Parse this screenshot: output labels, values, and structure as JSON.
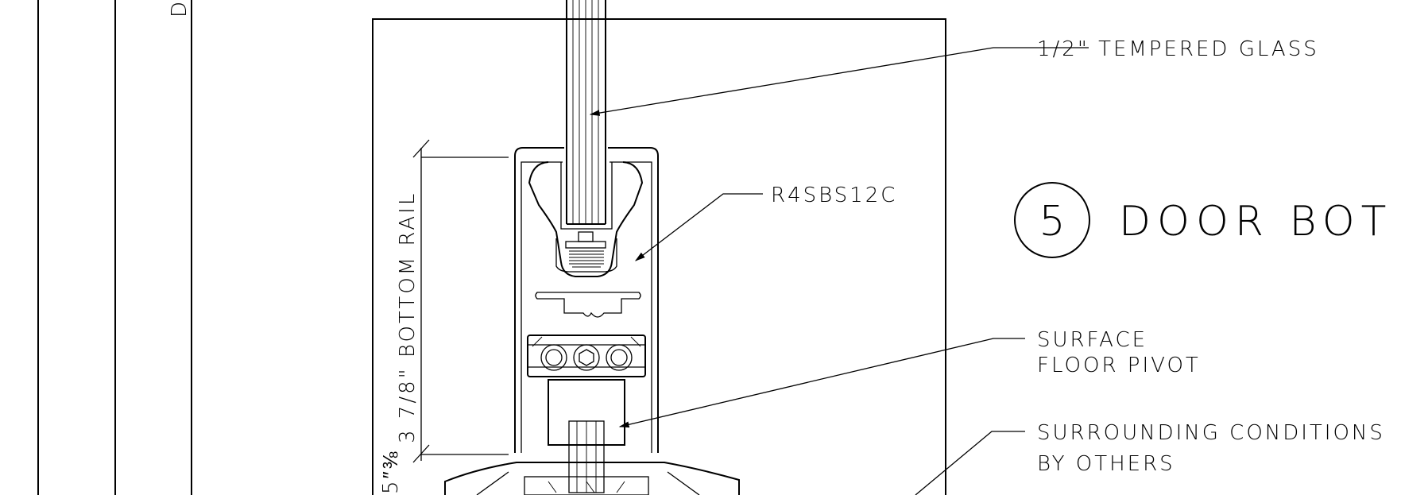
{
  "drawing": {
    "top_left_fragment": "D",
    "detail_number": "5",
    "detail_title": "DOOR BOT",
    "callouts": {
      "glass": "1/2\" TEMPERED GLASS",
      "rail_part": "R4SBS12C",
      "pivot_line1": "SURFACE",
      "pivot_line2": "FLOOR PIVOT",
      "surround_line1": "SURROUNDING CONDITIONS",
      "surround_line2": "BY OTHERS"
    },
    "dimension": {
      "label": "3 7/8\" BOTTOM RAIL",
      "small_label": "5″⅜"
    }
  }
}
